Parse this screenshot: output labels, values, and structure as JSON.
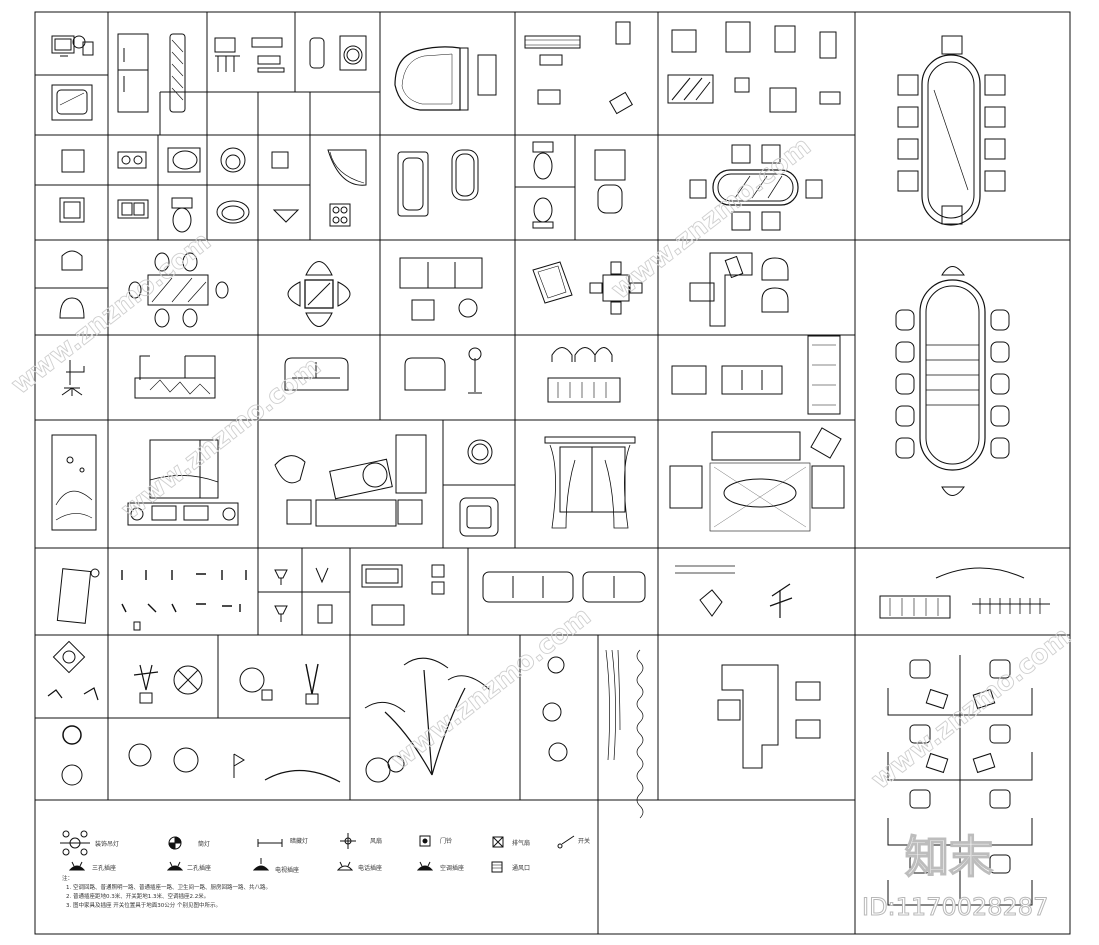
{
  "legend": {
    "items": [
      {
        "icon": "chandelier-icon",
        "label": "装饰吊灯"
      },
      {
        "icon": "spotlight-icon",
        "label": "筒灯"
      },
      {
        "icon": "wall-light-icon",
        "label": "暗藏灯"
      },
      {
        "icon": "fan-icon",
        "label": "风扇"
      },
      {
        "icon": "doorbell-icon",
        "label": "门铃"
      },
      {
        "icon": "exhaust-icon",
        "label": "排气扇"
      },
      {
        "icon": "switch-icon",
        "label": "开关"
      },
      {
        "icon": "socket-3-icon",
        "label": "三孔插座"
      },
      {
        "icon": "socket-2-icon",
        "label": "二孔插座"
      },
      {
        "icon": "tv-socket-icon",
        "label": "电视插座"
      },
      {
        "icon": "phone-socket-icon",
        "label": "电话插座"
      },
      {
        "icon": "ac-socket-icon",
        "label": "空调插座"
      },
      {
        "icon": "vent-icon",
        "label": "通风口"
      }
    ],
    "notes_title": "注：",
    "notes": [
      "1. 空调回路、普通照明一路、普通插座一路、卫生间一路、厨房回路一路、共八路。",
      "2. 普通插座距地0.3米、开关距地1.3米、空调插座2.2米。",
      "3. 图中家具及插座 开关位置具于地面30公分 个别见图中所示。"
    ]
  },
  "watermark": {
    "brand": "知末",
    "id_text": "ID:1170028287",
    "site": "www.znzmo.com"
  }
}
